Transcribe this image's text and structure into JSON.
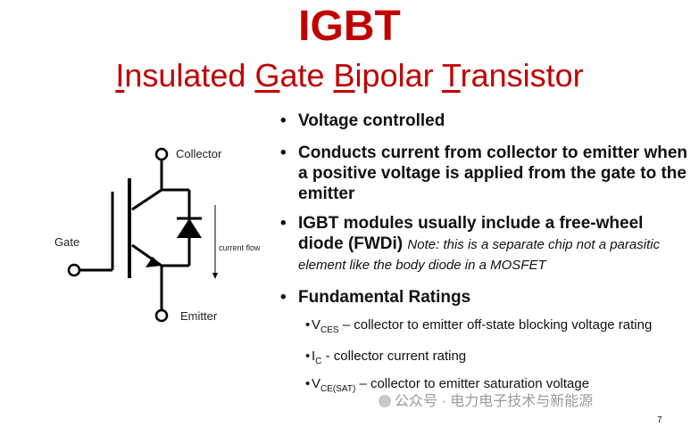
{
  "title": "IGBT",
  "subtitle": {
    "words": [
      {
        "first": "I",
        "rest": "nsulated"
      },
      {
        "first": "G",
        "rest": "ate"
      },
      {
        "first": "B",
        "rest": "ipolar"
      },
      {
        "first": "T",
        "rest": "ransistor"
      }
    ]
  },
  "diagram": {
    "collector_label": "Collector",
    "gate_label": "Gate",
    "emitter_label": "Emitter",
    "current_flow_label": "current flow"
  },
  "bullets": {
    "b1": "Voltage controlled",
    "b2": "Conducts current from collector to emitter when a positive voltage is applied from the gate to the emitter",
    "b3_main": "IGBT modules usually include a free-wheel diode (FWDi)",
    "b3_note": "Note: this is a separate chip not a parasitic element like the body diode in a MOSFET",
    "b4": "Fundamental Ratings"
  },
  "ratings": [
    {
      "sym": "V",
      "sub": "CES",
      "text": " – collector to emitter off-state blocking voltage rating"
    },
    {
      "sym": "I",
      "sub": "C",
      "text": " - collector current rating"
    },
    {
      "sym": "V",
      "sub": "CE(SAT)",
      "text": " – collector to emitter saturation voltage"
    }
  ],
  "page_number": "7",
  "watermark": "公众号 · 电力电子技术与新能源",
  "colors": {
    "title": "#c00000",
    "text": "#111111"
  }
}
